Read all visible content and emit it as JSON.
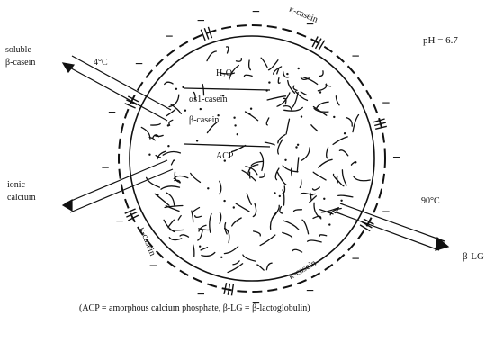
{
  "labels": {
    "ph": "pH = 6.7",
    "soluble_line1": "soluble",
    "soluble_line2": "β-casein",
    "temp_cold": "4°C",
    "water": "H₂O",
    "as1_casein": "αs1-casein",
    "beta_casein": "β-casein",
    "acp": "ACP",
    "ionic_line1": "ionic",
    "ionic_line2": "calcium",
    "temp_hot": "90°C",
    "blg": "β-LG",
    "kappa_top": "κ-casein",
    "kappa_left": "κ-casein",
    "kappa_bottom": "κ-casein"
  },
  "caption": "(ACP = amorphous calcium phosphate, β-LG = β-lactoglobulin)",
  "surface_charge_symbol": "−"
}
